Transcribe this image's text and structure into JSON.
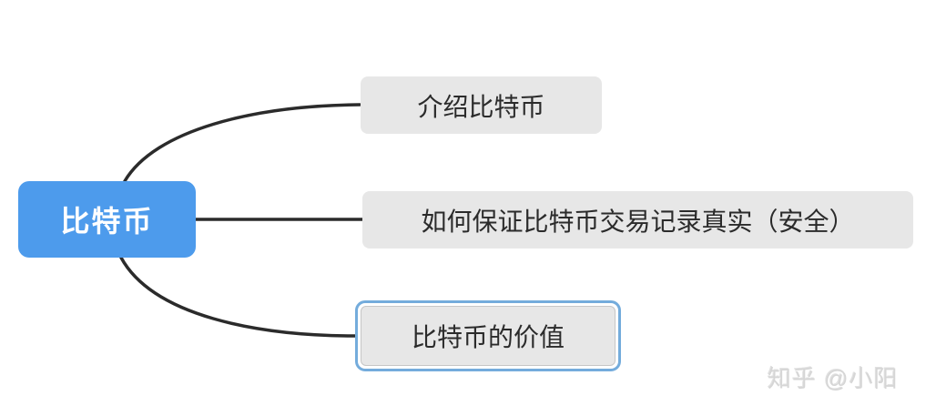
{
  "diagram": {
    "root": {
      "label": "比特币"
    },
    "branches": [
      {
        "label": "介绍比特币",
        "selected": false
      },
      {
        "label": "如何保证比特币交易记录真实（安全）",
        "selected": false
      },
      {
        "label": "比特币的价值",
        "selected": true
      }
    ]
  },
  "watermark": {
    "text": "知乎 @小阳"
  },
  "colors": {
    "root_fill": "#4D9BEC",
    "root_text": "#ffffff",
    "branch_fill": "#e7e7e7",
    "branch_text": "#2b2b2b",
    "connector": "#2b2b2b",
    "selection_outline": "#74ACDC",
    "canvas_bg": "#ffffff"
  }
}
